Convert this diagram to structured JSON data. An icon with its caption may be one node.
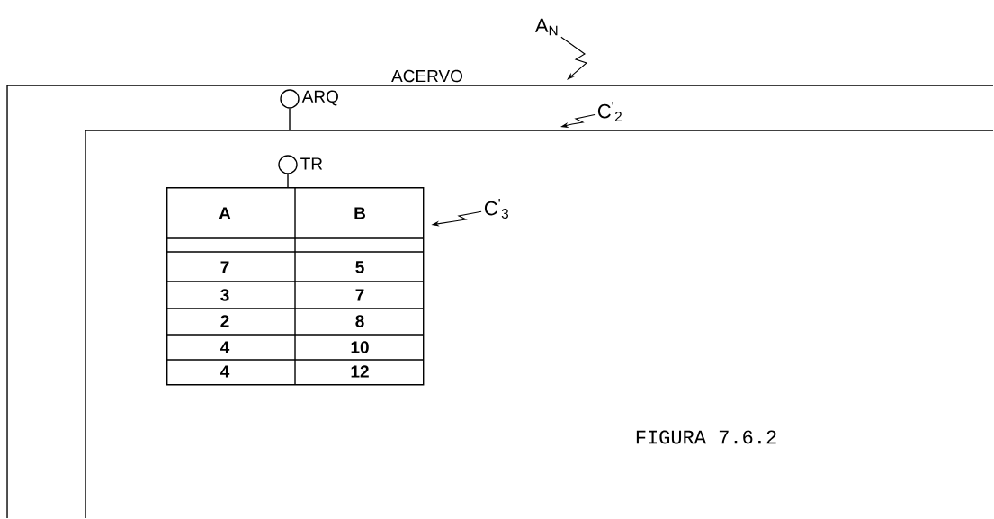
{
  "diagram": {
    "caption": "FIGURA 7.6.2",
    "nodes": [
      {
        "text": [
          "ACERVO"
        ]
      },
      {
        "text": [],
        "shape": "box",
        "in": 0
      },
      {
        "text": [],
        "shape": "circle",
        "beside": [
          "ARQ"
        ],
        "in": 0
      },
      {
        "text": [],
        "shape": "circle",
        "beside": [
          "TR"
        ],
        "in": 1
      },
      {
        "text": [
          "A",
          "B",
          "7",
          "5",
          "3",
          "7",
          "2",
          "8",
          "4",
          "10",
          "4",
          "12"
        ],
        "in": 1
      },
      {
        "text": [
          "A$_{N}$"
        ]
      },
      {
        "text": [
          "C$^{'}$$_{2}$"
        ],
        "in": 0
      },
      {
        "text": [
          "C$^{'}$$_{3}$"
        ],
        "in": 1
      }
    ],
    "edges": [
      {
        "from": 2,
        "to": 1,
        "arrow": "none"
      },
      {
        "from": 3,
        "to": 4,
        "arrow": "none"
      },
      {
        "from": 5,
        "to": 0,
        "arrow": "to"
      },
      {
        "from": 6,
        "to": 1,
        "arrow": "to"
      },
      {
        "from": 7,
        "to": 4,
        "arrow": "to"
      }
    ]
  }
}
